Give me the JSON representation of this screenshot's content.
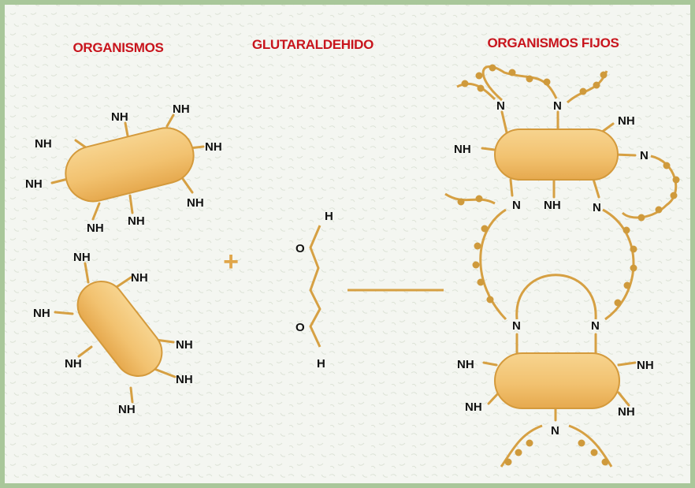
{
  "headers": {
    "organisms": "ORGANISMOS",
    "glutaraldehyde": "GLUTARALDEHIDO",
    "fixed_organisms": "ORGANISMOS FIJOS"
  },
  "plus_sign": "+",
  "molecule": {
    "top_h": "H",
    "upper_o": "O",
    "lower_o": "O",
    "bottom_h": "H"
  },
  "labels": {
    "nh": "NH",
    "n": "N"
  },
  "colors": {
    "frame": "#a9c79a",
    "background": "#f4f6f1",
    "header_red": "#c8141c",
    "capsule_fill": "#f2c270",
    "capsule_edge": "#d49a3c",
    "bond": "#d6a043",
    "crosslink_bead": "#cf9a3c",
    "plus": "#e0a64a",
    "text": "#111111"
  }
}
